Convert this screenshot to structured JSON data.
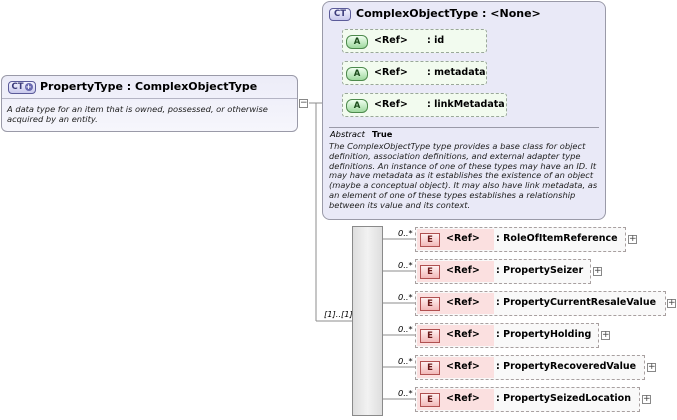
{
  "main_type": {
    "badge": "CT",
    "title": "PropertyType : ComplexObjectType",
    "description": "A data type for an item that is owned, possessed, or otherwise acquired by an entity."
  },
  "base_type": {
    "badge": "CT",
    "title": "ComplexObjectType : <None>",
    "attributes": [
      {
        "badge": "A",
        "ref": "<Ref>",
        "name": ": id"
      },
      {
        "badge": "A",
        "ref": "<Ref>",
        "name": ": metadata"
      },
      {
        "badge": "A",
        "ref": "<Ref>",
        "name": ": linkMetadata"
      }
    ],
    "abstract_label": "Abstract",
    "abstract_value": "True",
    "description": "The ComplexObjectType type provides a base class for object definition, association definitions, and external adapter type definitions. An instance of one of these types may have an ID. It may have metadata as it establishes the existence of an object (maybe a conceptual object). It may also have link metadata, as an element of one of these types establishes a relationship between its value and its context."
  },
  "sequence": {
    "multiplicity": "[1]..[1]"
  },
  "elements": [
    {
      "badge": "E",
      "ref": "<Ref>",
      "name": ": RoleOfItemReference",
      "mult": "0..*"
    },
    {
      "badge": "E",
      "ref": "<Ref>",
      "name": ": PropertySeizer",
      "mult": "0..*"
    },
    {
      "badge": "E",
      "ref": "<Ref>",
      "name": ": PropertyCurrentResaleValue",
      "mult": "0..*"
    },
    {
      "badge": "E",
      "ref": "<Ref>",
      "name": ": PropertyHolding",
      "mult": "0..*"
    },
    {
      "badge": "E",
      "ref": "<Ref>",
      "name": ": PropertyRecoveredValue",
      "mult": "0..*"
    },
    {
      "badge": "E",
      "ref": "<Ref>",
      "name": ": PropertySeizedLocation",
      "mult": "0..*"
    }
  ],
  "expander_symbol": "+",
  "collapse_symbol": "−"
}
